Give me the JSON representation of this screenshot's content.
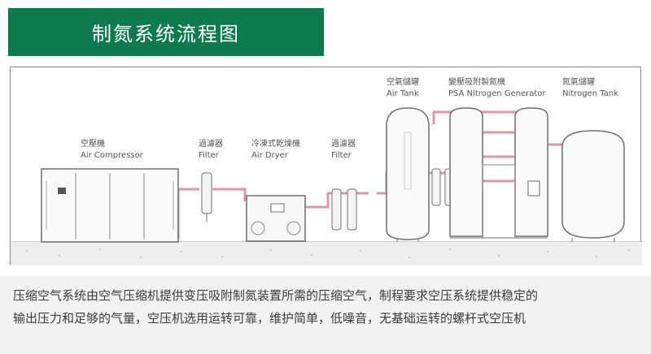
{
  "header": {
    "title": "制氮系统流程图"
  },
  "diagram": {
    "labels": {
      "air_tank_zh": "空氣儲罐",
      "air_tank_en": "Air Tank",
      "psa_zh": "變壓吸附製氮機",
      "psa_en": "PSA Nitrogen Generator",
      "nitrogen_tank_zh": "氮氣儲罐",
      "nitrogen_tank_en": "Nitrogen Tank",
      "compressor_zh": "空壓機",
      "compressor_en": "Air Compressor",
      "filter1_zh": "過濾器",
      "filter1_en": "Filter",
      "dryer_zh": "冷凍式乾燥機",
      "dryer_en": "Air Dryer",
      "filter2_zh": "過濾器",
      "filter2_en": "Filter"
    }
  },
  "description": {
    "line1": "压缩空气系统由空气压缩机提供变压吸附制氮装置所需的压缩空气，制程要求空压系统提供稳定的",
    "line2": "输出压力和足够的气量，空压机选用运转可靠，维护简单，低噪音，无基础运转的螺杆式空压机"
  },
  "colors": {
    "title_bg": "#0e7a4e",
    "pipe": "#d79aa6",
    "equipment": "#6e6e6e"
  }
}
